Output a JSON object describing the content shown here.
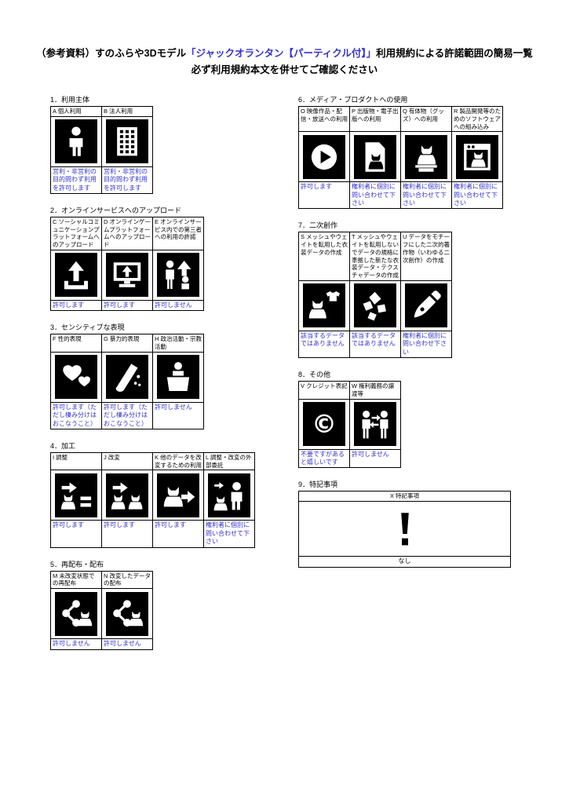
{
  "title": {
    "part1": "（参考資料）すのふらや3Dモデル",
    "part2": "「ジャックオランタン【パーティクル付】」",
    "part3": "利用規約による許諾範囲の簡易一覧",
    "line2": "必ず利用規約本文を併せてご確認ください"
  },
  "colors": {
    "accent": "#3333cc",
    "title_highlight": "#3333cc"
  },
  "sections": [
    {
      "key": "usage-subject",
      "column": "left",
      "heading": "1．利用主体",
      "cells": [
        {
          "label": "A 個人利用",
          "icon": "person-icon",
          "result": "営利・非営利の目的問わず利用を許可します"
        },
        {
          "label": "B 法人利用",
          "icon": "building-icon",
          "result": "営利・非営利の目的問わず利用を許可します"
        }
      ]
    },
    {
      "key": "online-upload",
      "column": "left",
      "heading": "2．オンラインサービスへのアップロード",
      "cells": [
        {
          "label": "C ソーシャルコミュニケーションプラットフォームへのアップロード",
          "icon": "upload-box-icon",
          "result": "許可します"
        },
        {
          "label": "D オンラインゲームプラットフォームへのアップロード",
          "icon": "monitor-upload-icon",
          "result": "許可します"
        },
        {
          "label": "E オンラインサービス内での第三者への利用の許諾",
          "icon": "third-party-license-icon",
          "result": "許可しません"
        }
      ]
    },
    {
      "key": "sensitive-expression",
      "column": "left",
      "heading": "3．センシティブな表現",
      "cells": [
        {
          "label": "F 性的表現",
          "icon": "hearts-icon",
          "result": "許可します（ただし棲み分けはおこなうこと）"
        },
        {
          "label": "G 暴力的表現",
          "icon": "knife-icon",
          "result": "許可します（ただし棲み分けはおこなうこと）"
        },
        {
          "label": "H 政治活動・宗教活動",
          "icon": "podium-icon",
          "result": "許可しません"
        }
      ]
    },
    {
      "key": "processing",
      "column": "left",
      "heading": "4．加工",
      "cells": [
        {
          "label": "I 調整",
          "icon": "adjust-icon",
          "result": "許可します"
        },
        {
          "label": "J 改変",
          "icon": "modify-icon",
          "result": "許可します"
        },
        {
          "label": "K 他のデータを改変するための利用",
          "icon": "modify-other-data-icon",
          "result": "許可します"
        },
        {
          "label": "L 調整・改変の外部委託",
          "icon": "outsource-icon",
          "result": "権利者に個別に問い合わせて下さい"
        }
      ]
    },
    {
      "key": "redistribution",
      "column": "left",
      "heading": "5．再配布・配布",
      "cells": [
        {
          "label": "M 未改変状態での再配布",
          "icon": "redistribute-icon",
          "result": "許可しません"
        },
        {
          "label": "N 改変したデータの配布",
          "icon": "distribute-modified-icon",
          "result": "許可しません"
        }
      ]
    },
    {
      "key": "media-product",
      "column": "right",
      "heading": "6．メディア・プロダクトへの使用",
      "cells": [
        {
          "label": "O 映像作品・配信・放送への利用",
          "icon": "video-icon",
          "result": "許可します"
        },
        {
          "label": "P 出版物・電子出版への利用",
          "icon": "publication-icon",
          "result": "権利者に個別に問い合わせて下さい"
        },
        {
          "label": "Q 有体物（グッズ）への利用",
          "icon": "goods-icon",
          "result": "権利者に個別に問い合わせて下さい"
        },
        {
          "label": "R 製品開発等のためのソフトウェアへの組み込み",
          "icon": "software-icon",
          "result": "権利者に個別に問い合わせて下さい"
        }
      ]
    },
    {
      "key": "derivative-works",
      "column": "right",
      "heading": "7．二次創作",
      "cells": [
        {
          "label": "S メッシュやウェイトを転用した衣装データの作成",
          "icon": "costume-icon",
          "result": "該当するデータではありません"
        },
        {
          "label": "T メッシュやウェイトを転用しないでデータの規格に準拠した新たな衣装データ・テクスチャデータの作成",
          "icon": "texture-icon",
          "result": "該当するデータではありません"
        },
        {
          "label": "U データをモチーフにした二次的著作物（いわゆる二次創作）の作成",
          "icon": "pen-icon",
          "result": "権利者に個別に問い合わせ下さい"
        }
      ]
    },
    {
      "key": "others",
      "column": "right",
      "heading": "8．その他",
      "cells": [
        {
          "label": "V クレジット表記",
          "icon": "copyright-icon",
          "result": "不要ですがあると嬉しいです"
        },
        {
          "label": "W 権利義務の譲渡等",
          "icon": "transfer-icon",
          "result": "許可しません"
        }
      ]
    },
    {
      "key": "special-notes",
      "column": "right",
      "heading": "9．特記事項",
      "wide": true,
      "cells": [
        {
          "label": "X 特記事項",
          "icon": "exclamation-icon",
          "result": "なし",
          "result_color": "black"
        }
      ]
    }
  ]
}
